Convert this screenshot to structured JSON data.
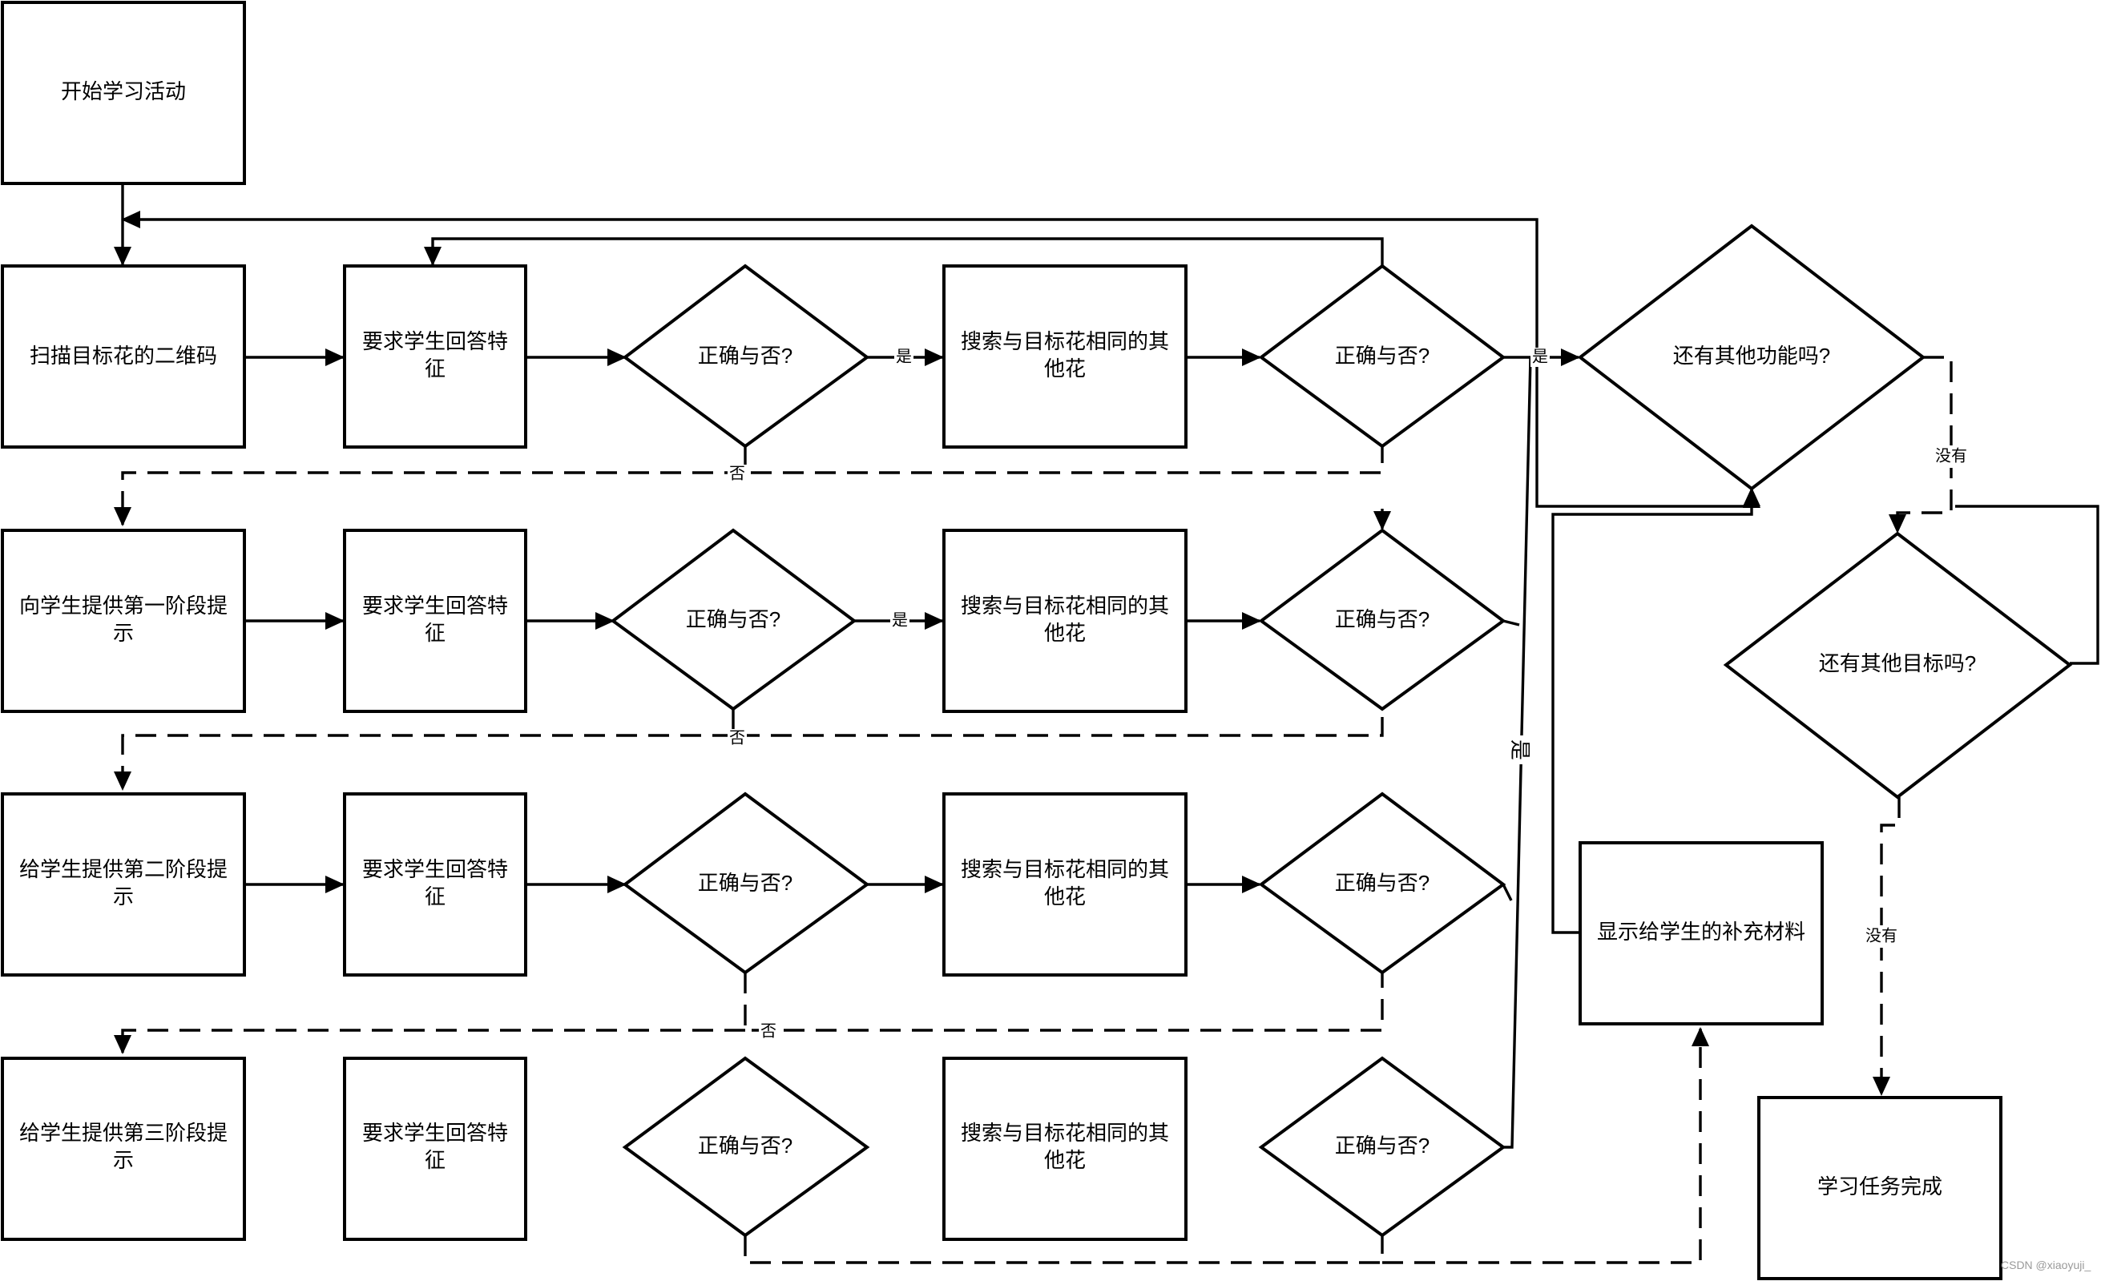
{
  "nodes": {
    "start": "开始学习活动",
    "scan": "扫描目标花的二维码",
    "hint1": [
      "向学生提供第一阶段提",
      "示"
    ],
    "hint2": [
      "给学生提供第二阶段提",
      "示"
    ],
    "hint3": [
      "给学生提供第三阶段提",
      "示"
    ],
    "ask": [
      "要求学生回答特",
      "征"
    ],
    "correct": "正确与否?",
    "search": [
      "搜索与目标花相同的其",
      "他花"
    ],
    "other_functions": "还有其他功能吗?",
    "other_targets": "还有其他目标吗?",
    "supplement": "显示给学生的补充材料",
    "done": "学习任务完成"
  },
  "edge_labels": {
    "yes": "是",
    "no": "否",
    "none": "没有"
  },
  "watermark": "CSDN @xiaoyuji_"
}
